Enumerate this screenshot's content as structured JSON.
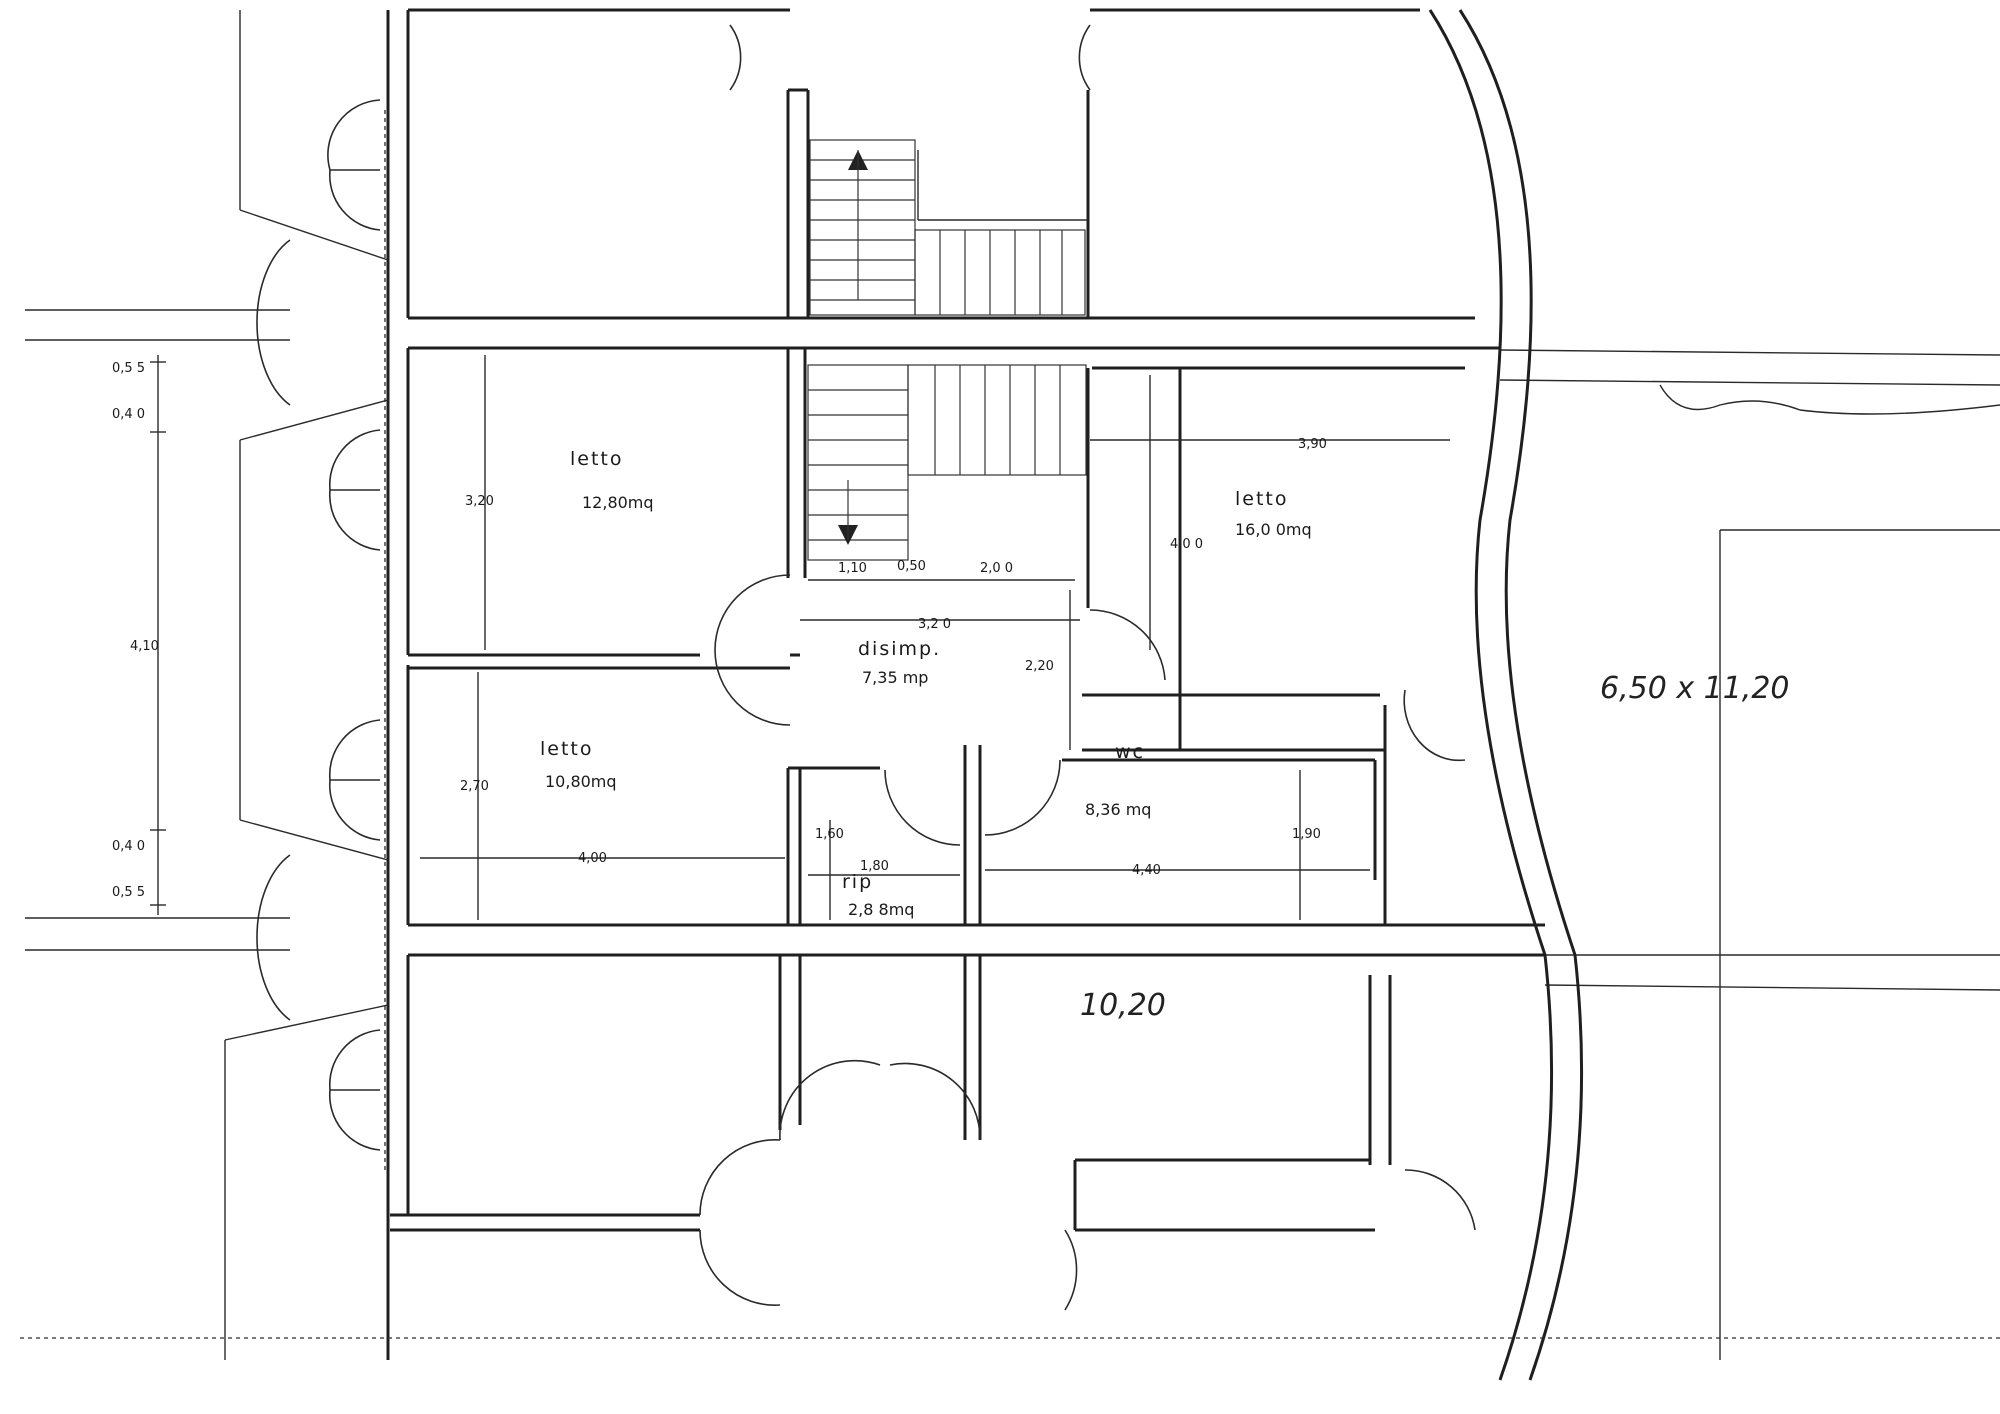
{
  "rooms": {
    "bed1": {
      "name": "letto",
      "area": "12,80mq"
    },
    "bed2": {
      "name": "letto",
      "area": "10,80mq"
    },
    "bed3": {
      "name": "letto",
      "area": "16,0 0mq"
    },
    "hall": {
      "name": "disimp.",
      "area": "7,35 mp"
    },
    "bath": {
      "name": "wc",
      "area": "8,36 mq"
    },
    "store": {
      "name": "rip",
      "area": "2,8 8mq"
    }
  },
  "dimensions": {
    "bed1_h": "3,20",
    "bed2_h": "2,70",
    "bed2_w": "4,00",
    "bed3_w": "3,90",
    "bed3_h": "4,0 0",
    "hall_top_a": "1,10",
    "hall_top_b": "0,50",
    "hall_top_c": "2,0 0",
    "hall_w": "3,2 0",
    "hall_h": "2,20",
    "store_h": "1,60",
    "store_w": "1,80",
    "bath_w": "4,40",
    "bath_h": "1,90"
  },
  "left_dims": {
    "top1": "0,5 5",
    "top2": "0,4 0",
    "mid": "4,10",
    "bot1": "0,4 0",
    "bot2": "0,5 5"
  },
  "handwritten": {
    "plot": "6,50 x 11,20",
    "width": "10,20"
  }
}
